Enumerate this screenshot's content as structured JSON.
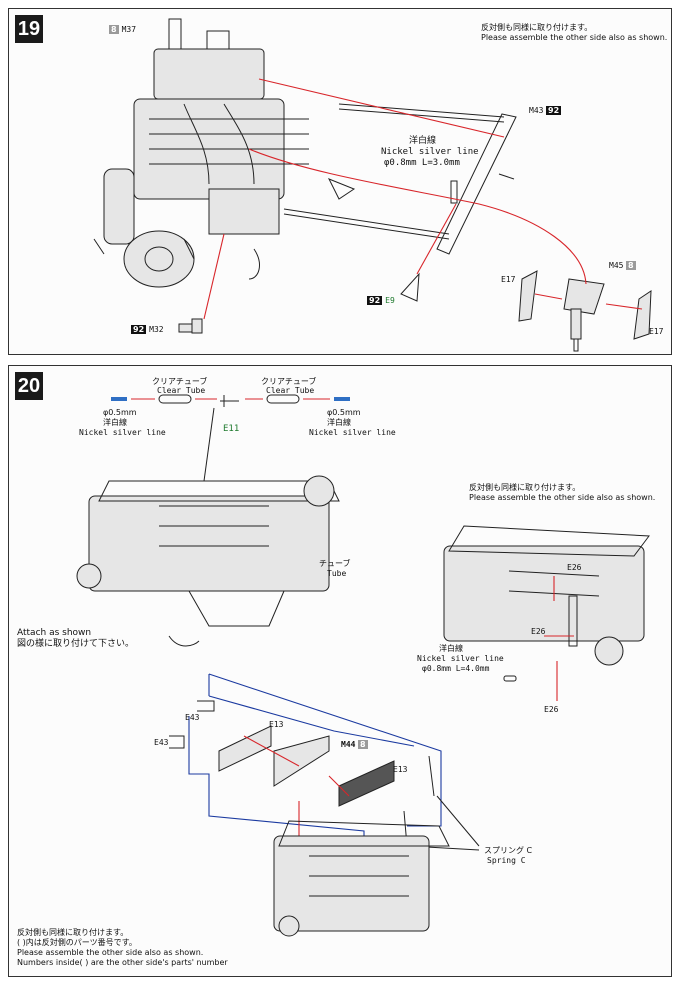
{
  "steps": [
    {
      "number": "19",
      "note_jp": "反対側も同様に取り付けます。",
      "note_en": "Please assemble the other side also as shown.",
      "wire_jp": "洋白線",
      "wire_en": "Nickel silver line",
      "wire_size": "φ0.8mm L=3.0mm",
      "parts": {
        "m37": {
          "badge": "8",
          "label": "M37"
        },
        "m43": {
          "badge": "92",
          "label": "M43"
        },
        "m45": {
          "badge": "8",
          "label": "M45"
        },
        "m32": {
          "badge": "92",
          "label": "M32"
        },
        "e9": {
          "badge": "92",
          "label": "E9"
        },
        "e17a": "E17",
        "e17b": "E17"
      }
    },
    {
      "number": "20",
      "clear_tube_jp": "クリアチューブ",
      "clear_tube_en": "Clear Tube",
      "wire_left_size": "φ0.5mm",
      "wire_jp": "洋白線",
      "wire_en": "Nickel silver line",
      "wire_right_size": "φ0.5mm",
      "e11": "E11",
      "tube_jp": "チューブ",
      "tube_en": "Tube",
      "attach_en": "Attach as shown",
      "attach_jp": "図の様に取り付けて下さい。",
      "note_jp": "反対側も同様に取り付けます。",
      "note_en": "Please assemble the other side also as shown.",
      "right_wire_jp": "洋白線",
      "right_wire_en": "Nickel silver line",
      "right_wire_size": "φ0.8mm L=4.0mm",
      "e26": [
        "E26",
        "E26",
        "E26"
      ],
      "e13": [
        "E13",
        "E13"
      ],
      "e43": [
        "E43",
        "E43"
      ],
      "m44": {
        "badge": "8",
        "label": "M44"
      },
      "spring_jp": "スプリング C",
      "spring_en": "Spring C",
      "footer": [
        "反対側も同様に取り付けます。",
        "( )内は反対側のパーツ番号です。",
        "Please assemble the other side also as shown.",
        "Numbers inside( ) are the other side's parts' number"
      ]
    }
  ],
  "colors": {
    "arrow_red": "#d8262b",
    "frame_blue": "#1b3aa0",
    "wire_blue": "#2f6fc4",
    "badge_black": "#111111",
    "badge_grey": "#9a9a9a",
    "label_green": "#1f7a2e"
  }
}
